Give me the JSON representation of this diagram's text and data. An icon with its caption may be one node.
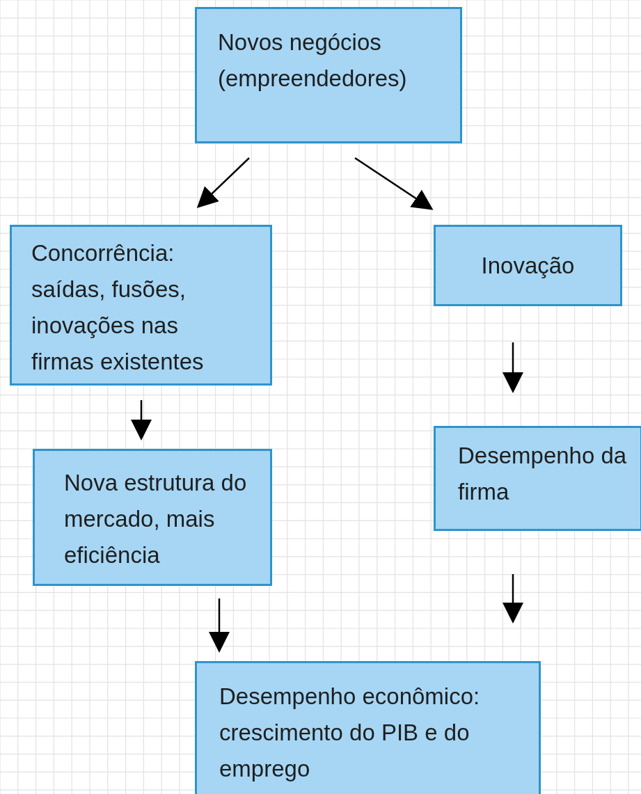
{
  "diagram": {
    "nodes": [
      {
        "text": [
          "Novos negócios (empreendedores)"
        ]
      },
      {
        "text": [
          "Concorrência: saídas, fusões, inovações nas firmas existentes"
        ]
      },
      {
        "text": [
          "Inovação"
        ]
      },
      {
        "text": [
          "Nova estrutura do mercado, mais eficiência"
        ]
      },
      {
        "text": [
          "Desempenho da firma"
        ]
      },
      {
        "text": [
          "Desempenho econômico: crescimento do PIB e do emprego"
        ]
      }
    ],
    "edges": [
      {
        "from": 0,
        "to": 1,
        "arrow": "to"
      },
      {
        "from": 0,
        "to": 2,
        "arrow": "to"
      },
      {
        "from": 1,
        "to": 3,
        "arrow": "to"
      },
      {
        "from": 2,
        "to": 4,
        "arrow": "to"
      },
      {
        "from": 3,
        "to": 5,
        "arrow": "to"
      },
      {
        "from": 4,
        "to": 5,
        "arrow": "to"
      }
    ]
  }
}
